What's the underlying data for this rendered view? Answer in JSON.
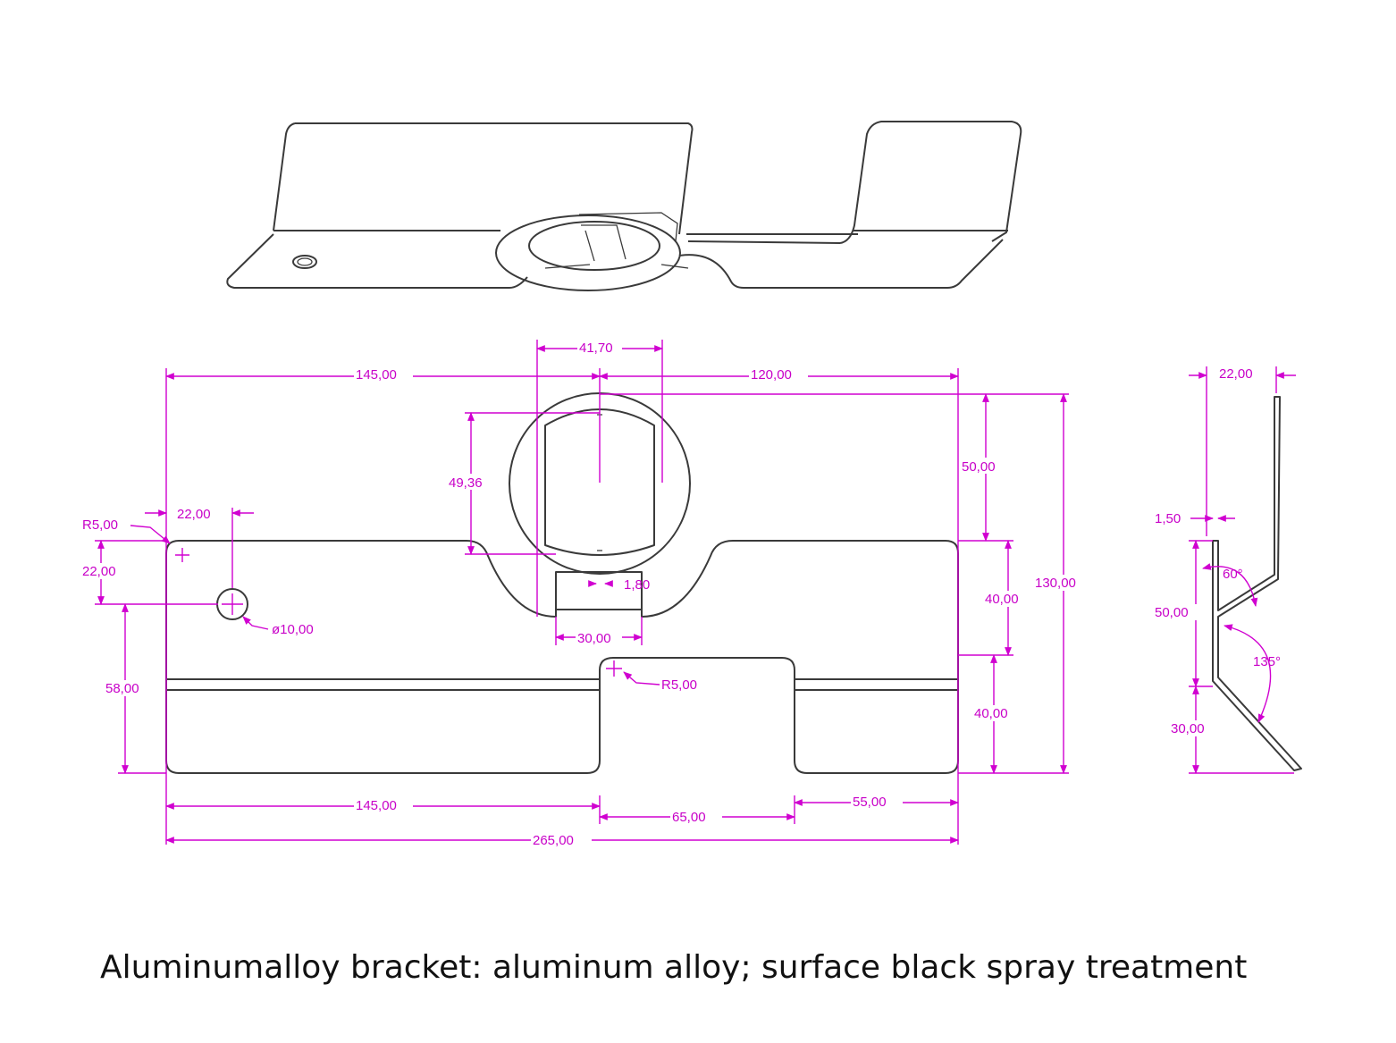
{
  "caption": "Aluminumalloy bracket: aluminum alloy; surface black spray treatment",
  "colors": {
    "part_line": "#3a3a3a",
    "dimension": "#c800c8",
    "background": "#ffffff"
  },
  "dimensions": {
    "d_145_top": "145,00",
    "d_41_70": "41,70",
    "d_120": "120,00",
    "d_49_36": "49,36",
    "d_50_right": "50,00",
    "d_r5_left": "R5,00",
    "d_22_horiz": "22,00",
    "d_22_vert": "22,00",
    "d_phi10": "ø10,00",
    "d_1_80": "1,80",
    "d_30": "30,00",
    "d_40_upper": "40,00",
    "d_130": "130,00",
    "d_58": "58,00",
    "d_r5_tab": "R5,00",
    "d_40_lower": "40,00",
    "d_145_bottom": "145,00",
    "d_65": "65,00",
    "d_55": "55,00",
    "d_265": "265,00",
    "side_22": "22,00",
    "side_1_50": "1,50",
    "side_60deg": "60°",
    "side_50": "50,00",
    "side_135deg": "135°",
    "side_30": "30,00"
  }
}
